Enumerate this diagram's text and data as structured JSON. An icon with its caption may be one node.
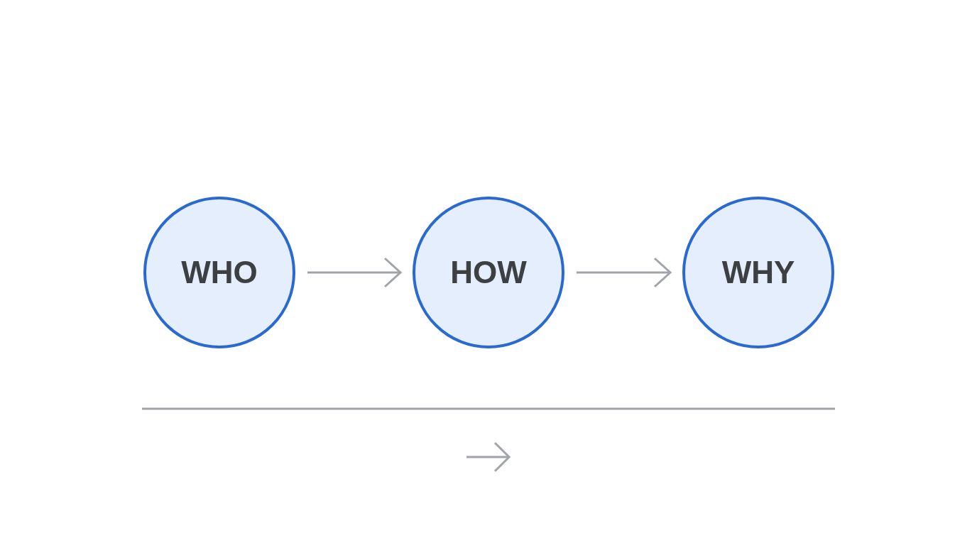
{
  "diagram": {
    "nodes": [
      {
        "text": [
          "WHO"
        ]
      },
      {
        "text": [
          "HOW"
        ]
      },
      {
        "text": [
          "WHY"
        ]
      }
    ],
    "edges": [
      {
        "from": 0,
        "to": 1,
        "arrow": "to"
      },
      {
        "from": 1,
        "to": 2,
        "arrow": "to"
      }
    ]
  }
}
